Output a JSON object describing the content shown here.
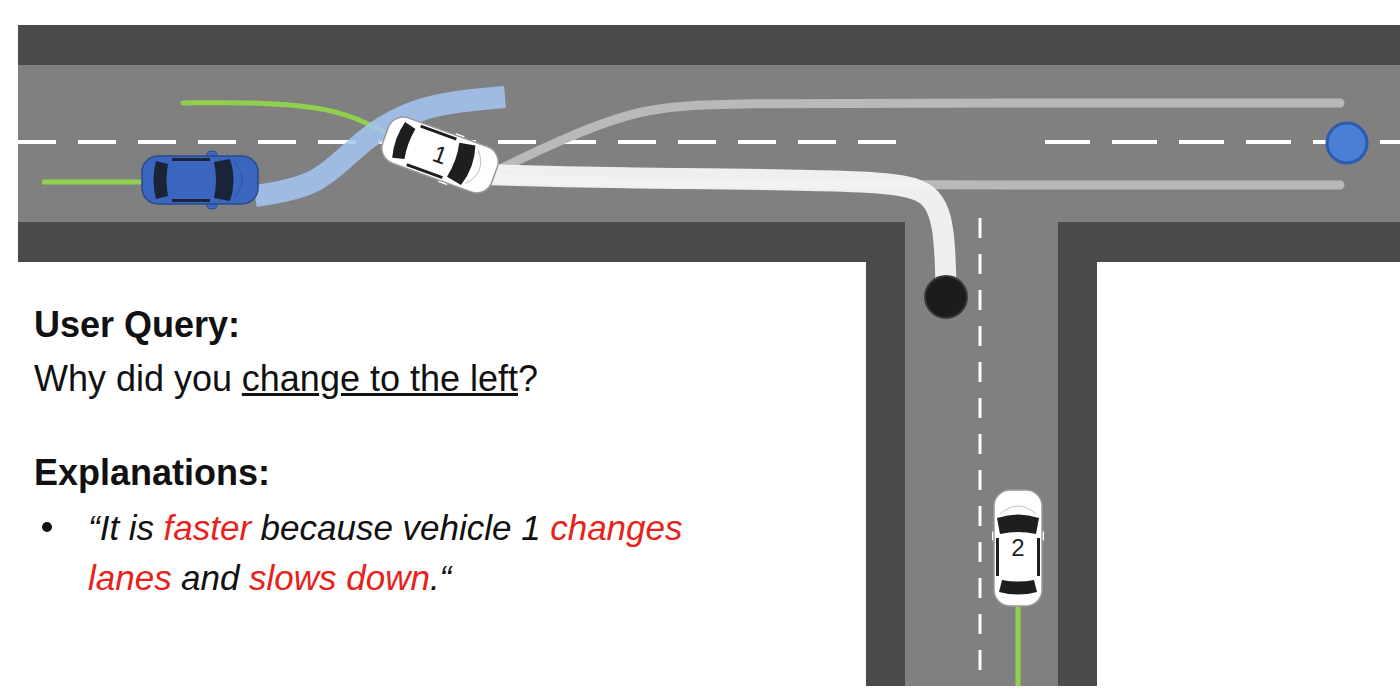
{
  "diagram": {
    "nodes": [
      {
        "text": [
          "1"
        ]
      },
      {
        "text": [
          "2"
        ]
      }
    ],
    "edges": [],
    "labels": [
      "User Query:",
      "Why did you",
      "change to the left",
      "?",
      "Explanations:",
      "“It is",
      "faster",
      "because vehicle 1",
      "changes lanes",
      "and",
      "slows down",
      ".“"
    ]
  }
}
